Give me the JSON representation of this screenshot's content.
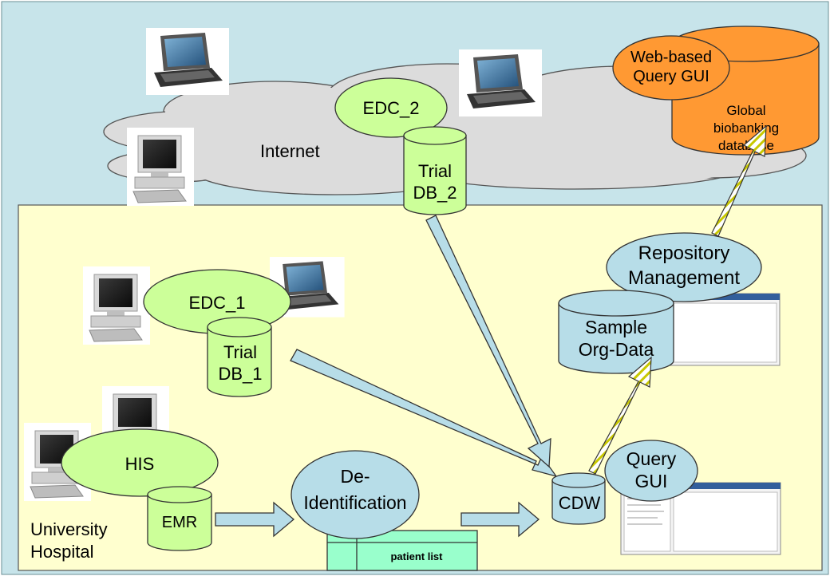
{
  "colors": {
    "background": "#c7e4ea",
    "hospital_zone": "#ffffcf",
    "green_node": "#ccff99",
    "blue_node": "#b7dde8",
    "orange_node": "#ff9933",
    "data_arrow": "#b7dde8",
    "upload_arrow": "#c8c800",
    "patient_list": "#99ffcc"
  },
  "zones": {
    "internet_label": "Internet",
    "hospital_label_line1": "University",
    "hospital_label_line2": "Hospital"
  },
  "nodes": {
    "web_query_gui": [
      "Web-based",
      "Query GUI"
    ],
    "global_db": [
      "Global",
      "biobanking",
      "database"
    ],
    "edc2": "EDC_2",
    "trial_db2": [
      "Trial",
      "DB_2"
    ],
    "repository_mgmt": [
      "Repository",
      "Management"
    ],
    "sample_orgdata": [
      "Sample",
      "Org-Data"
    ],
    "edc1": "EDC_1",
    "trial_db1": [
      "Trial",
      "DB_1"
    ],
    "his": "HIS",
    "emr": "EMR",
    "deidentification": [
      "De-",
      "Identification"
    ],
    "patient_list": "patient list",
    "cdw": "CDW",
    "query_gui": [
      "Query",
      "GUI"
    ]
  },
  "icons": [
    "laptop-icon",
    "desktop-computer-icon",
    "screenshot-thumbnail-icon"
  ]
}
